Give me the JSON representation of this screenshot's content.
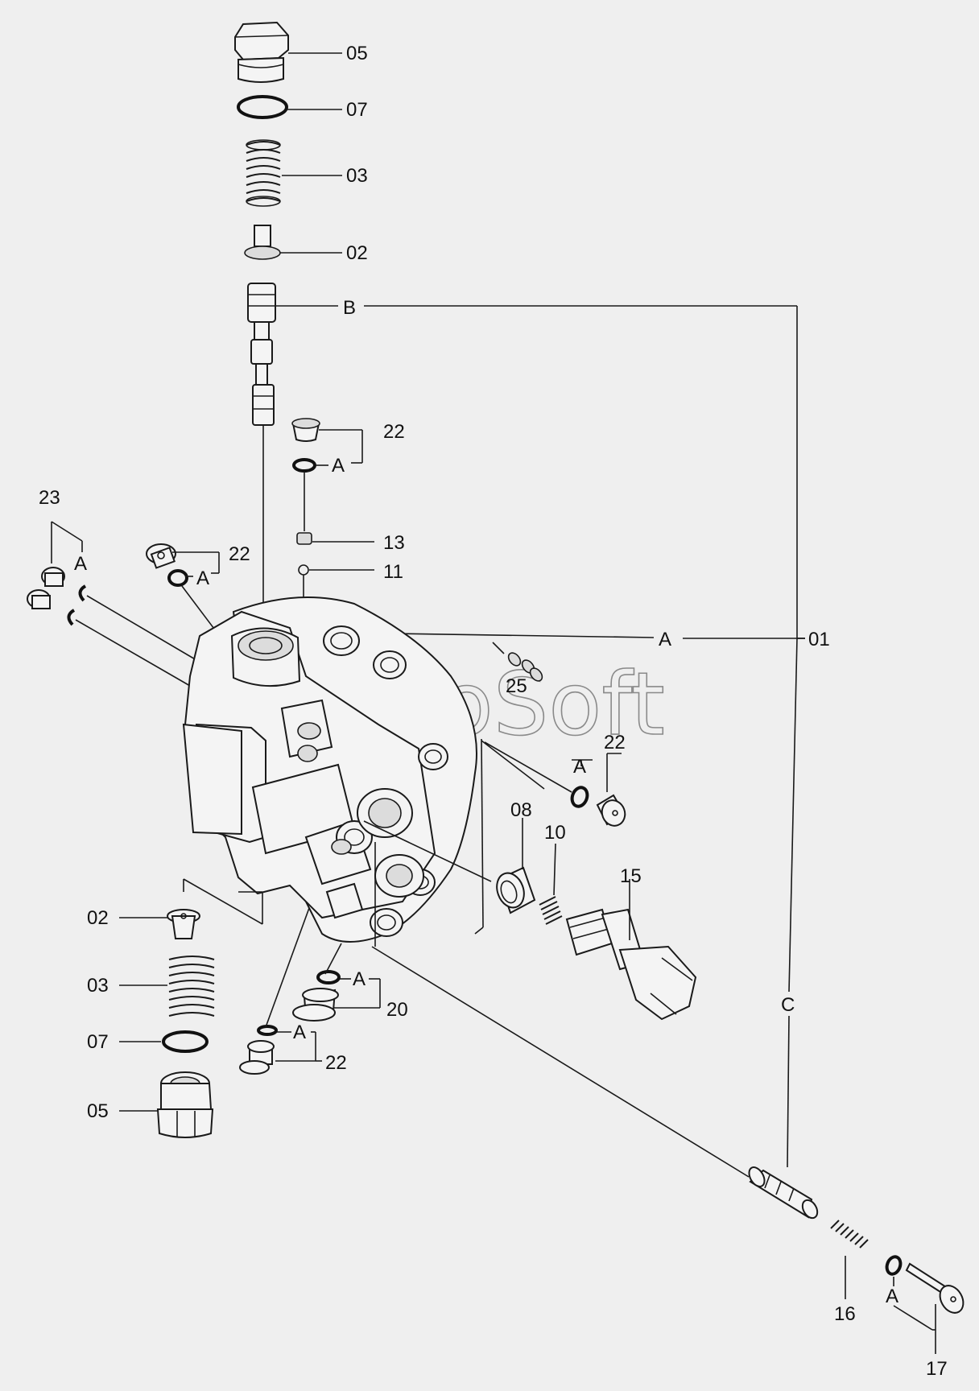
{
  "watermark": "AutoSoft",
  "labels": {
    "p05_top": "05",
    "p07_top": "07",
    "p03_top": "03",
    "p02_top": "02",
    "B": "B",
    "p22_a": "22",
    "A_22a": "A",
    "p13": "13",
    "p11": "11",
    "p23": "23",
    "A_23": "A",
    "p22_b": "22",
    "A_22b": "A",
    "A_01": "A",
    "p01": "01",
    "p25": "25",
    "p22_c": "22",
    "A_22c": "A",
    "p08": "08",
    "p10": "10",
    "p15": "15",
    "p02_bot": "02",
    "p03_bot": "03",
    "p07_bot": "07",
    "p05_bot": "05",
    "A_20": "A",
    "p20": "20",
    "A_22d": "A",
    "p22_d": "22",
    "C": "C",
    "p16": "16",
    "A_17": "A",
    "p17": "17"
  }
}
